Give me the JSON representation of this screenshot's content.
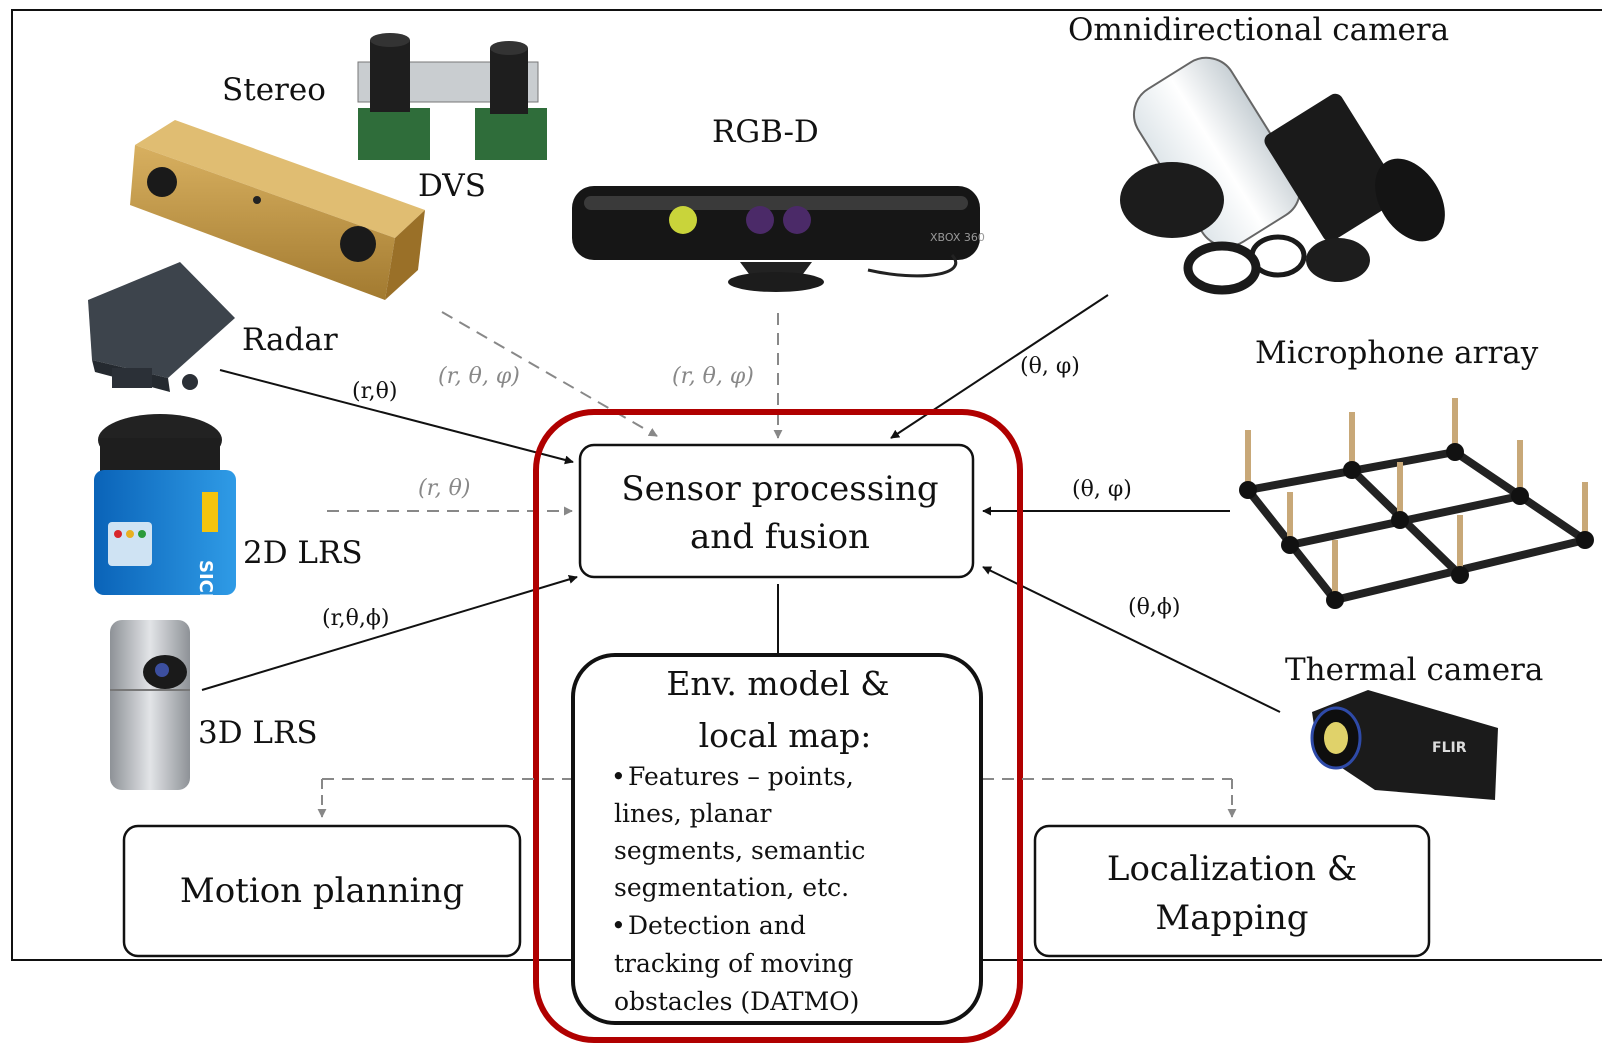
{
  "sensors": {
    "stereo": "Stereo",
    "dvs": "DVS",
    "rgbd": "RGB-D",
    "omni": "Omnidirectional camera",
    "radar": "Radar",
    "lrs2d": "2D LRS",
    "lrs3d": "3D LRS",
    "mic": "Microphone array",
    "thermal": "Thermal camera",
    "kinect_brand": "XBOX 360",
    "lrs2d_brand": "SICK",
    "thermal_brand": "FLIR"
  },
  "edges": {
    "radar": "(r,θ)",
    "stereo": "(r, θ, φ)",
    "rgbd": "(r, θ, φ)",
    "omni": "(θ, φ)",
    "lrs2d": "(r, θ)",
    "mic": "(θ, φ)",
    "lrs3d": "(r,θ,ϕ)",
    "thermal": "(θ,ϕ)"
  },
  "fusion": {
    "line1": "Sensor processing",
    "line2": "and fusion"
  },
  "env": {
    "title1": "Env. model &",
    "title2": "local map:",
    "b1": [
      "Features – points,",
      "lines, planar",
      "segments, semantic",
      "segmentation, etc."
    ],
    "b2": [
      "Detection and",
      "tracking of moving",
      "obstacles (DATMO)"
    ]
  },
  "motion": {
    "label": "Motion planning"
  },
  "localization": {
    "line1": "Localization &",
    "line2": "Mapping"
  },
  "colors": {
    "highlight": "#b00000",
    "dashed": "#888888"
  }
}
